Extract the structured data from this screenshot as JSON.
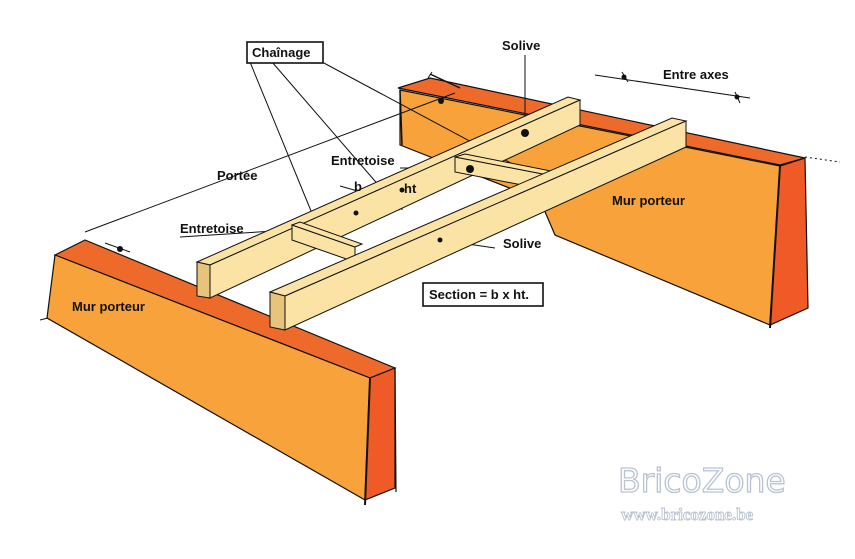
{
  "labels": {
    "chainage": "Chaînage",
    "solive_top": "Solive",
    "entre_axes": "Entre axes",
    "portee": "Portée",
    "entretoise_top": "Entretoise",
    "b": "b",
    "ht": "ht",
    "mur_porteur_right": "Mur porteur",
    "entretoise_left": "Entretoise",
    "solive_bottom": "Solive",
    "mur_porteur_left": "Mur porteur",
    "section": "Section = b x ht."
  },
  "watermark": {
    "brand": "BricoZone",
    "url": "www.bricozone.be"
  },
  "colors": {
    "wall_face": "#f7a23b",
    "wall_top": "#ee6a2a",
    "wall_side": "#ef5a27",
    "wood": "#fbe3a6",
    "wood_shadow": "#e6c47c",
    "line": "#111111",
    "watermark": "#b8c4d2"
  }
}
